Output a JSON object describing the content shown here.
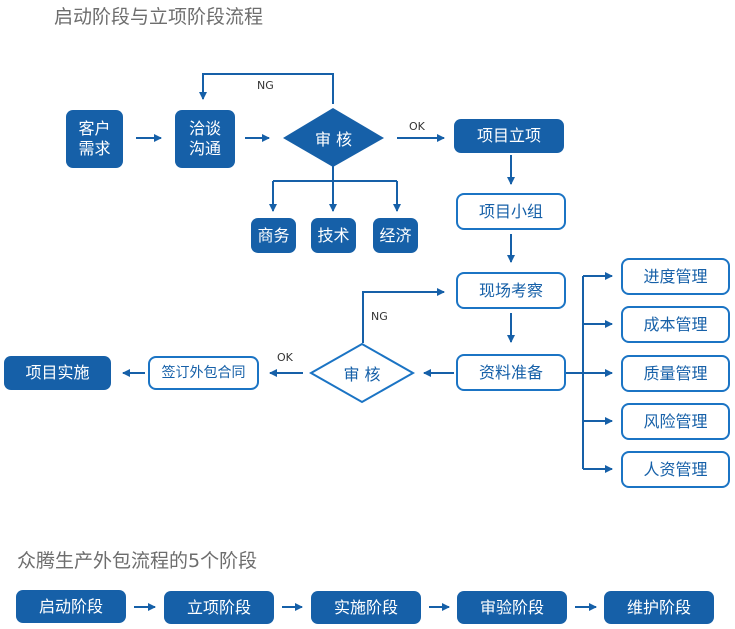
{
  "titles": {
    "top": "启动阶段与立项阶段流程",
    "bottom": "众腾生产外包流程的5个阶段"
  },
  "colors": {
    "primary": "#1660a8",
    "outline": "#1b74c4",
    "arrow": "#1660a8"
  },
  "nodes": {
    "customer_need": "客户\n需求",
    "negotiate": "洽谈\n沟通",
    "review1": "审 核",
    "business": "商务",
    "technology": "技术",
    "economy": "经济",
    "project_setup": "项目立项",
    "project_team": "项目小组",
    "site_survey": "现场考察",
    "data_prep": "资料准备",
    "review2": "审 核",
    "sign_contract": "签订外包合同",
    "project_impl": "项目实施",
    "schedule_mgmt": "进度管理",
    "cost_mgmt": "成本管理",
    "quality_mgmt": "质量管理",
    "risk_mgmt": "风险管理",
    "hr_mgmt": "人资管理"
  },
  "edge_labels": {
    "ng1": "NG",
    "ok1": "OK",
    "ng2": "NG",
    "ok2": "OK"
  },
  "phases": [
    "启动阶段",
    "立项阶段",
    "实施阶段",
    "审验阶段",
    "维护阶段"
  ]
}
